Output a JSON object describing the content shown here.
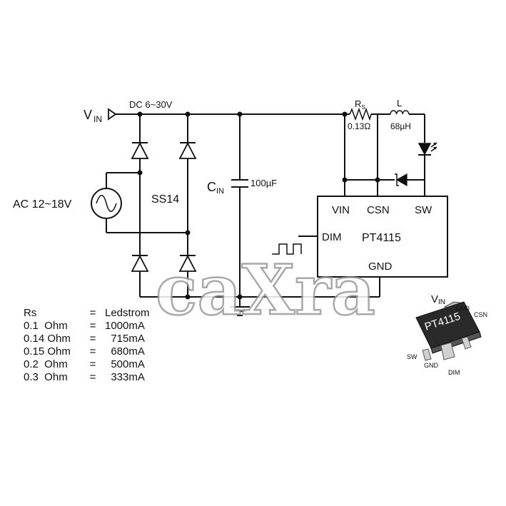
{
  "schematic": {
    "vin_label": "V",
    "vin_sub": "IN",
    "dc_label": "DC 6~30V",
    "ac_label": "AC 12~18V",
    "bridge_label": "SS14",
    "cap_label": "C",
    "cap_sub": "IN",
    "cap_value": "100µF",
    "rs_label": "R",
    "rs_sub": "S",
    "rs_value": "0.13Ω",
    "l_label": "L",
    "l_value": "68µH",
    "ic_name": "PT4115",
    "pin_vin": "VIN",
    "pin_csn": "CSN",
    "pin_sw": "SW",
    "pin_dim": "DIM",
    "pin_gnd": "GND"
  },
  "watermark": "caXra",
  "table": {
    "header": {
      "rs": "Rs",
      "eq": "=",
      "current": "Ledstrom"
    },
    "rows": [
      {
        "rs": "0.1  Ohm",
        "eq": "=",
        "current": "1000mA"
      },
      {
        "rs": "0.14 Ohm",
        "eq": "=",
        "current": "  715mA"
      },
      {
        "rs": "0.15 Ohm",
        "eq": "=",
        "current": "  680mA"
      },
      {
        "rs": "0.2  Ohm",
        "eq": "=",
        "current": "  500mA"
      },
      {
        "rs": "0.3  Ohm",
        "eq": "=",
        "current": "  333mA"
      }
    ]
  },
  "package": {
    "chip_text": "PT4115",
    "vin": "V",
    "vin_sub": "IN",
    "gnd_top": "GND",
    "csn": "CSN",
    "sw": "SW",
    "gnd_bottom": "GND",
    "dim": "DIM"
  }
}
